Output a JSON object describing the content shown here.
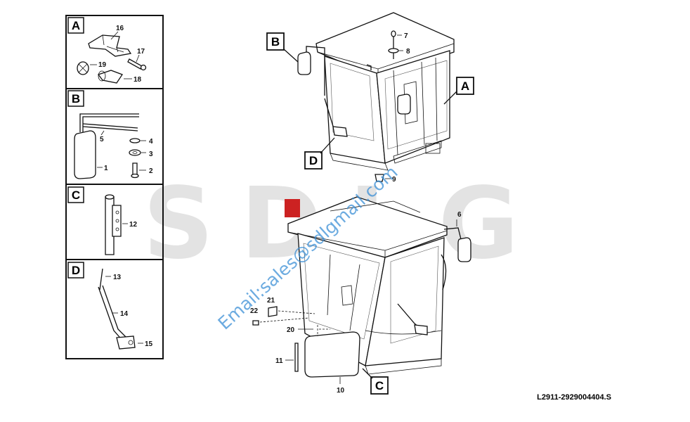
{
  "panels": {
    "a": {
      "letter": "A",
      "parts": {
        "p16": "16",
        "p17": "17",
        "p19": "19",
        "p18": "18"
      }
    },
    "b": {
      "letter": "B",
      "parts": {
        "p5": "5",
        "p4": "4",
        "p3": "3",
        "p1": "1",
        "p2": "2"
      }
    },
    "c": {
      "letter": "C",
      "parts": {
        "p12": "12"
      }
    },
    "d": {
      "letter": "D",
      "parts": {
        "p13": "13",
        "p14": "14",
        "p15": "15"
      }
    }
  },
  "callouts": {
    "a": "A",
    "b": "B",
    "c": "C",
    "d": "D"
  },
  "parts_main": {
    "p7": "7",
    "p8": "8",
    "p9": "9",
    "p6": "6",
    "p22": "22",
    "p21": "21",
    "p20": "20",
    "p11": "11",
    "p10": "10"
  },
  "background_logo": "SDLG",
  "watermark": "Email:sales@sdlgmail.com",
  "drawing_code": "L2911-2929004404.S",
  "colors": {
    "logo_gray": "#e3e3e3",
    "logo_red": "#cc2222",
    "watermark_blue": "#3b8fd6",
    "line": "#111111"
  }
}
